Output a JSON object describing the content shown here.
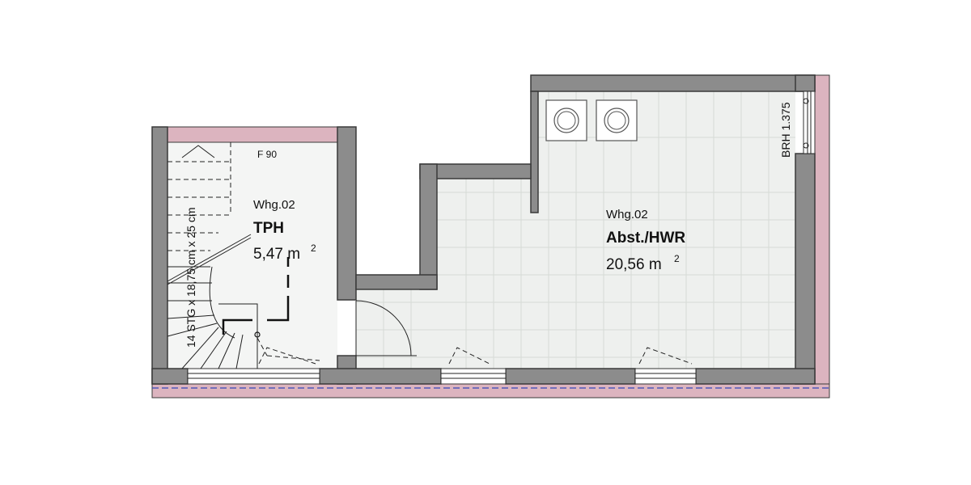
{
  "rooms": {
    "stair": {
      "unit": "Whg.02",
      "name": "TPH",
      "area": "5,47 m",
      "area_sup": "2",
      "fire_rating": "F 90",
      "stair_note": "14 STG x 18,75 cm x 25 cm"
    },
    "storage": {
      "unit": "Whg.02",
      "name": "Abst./HWR",
      "area": "20,56 m",
      "area_sup": "2"
    }
  },
  "window_note": "BRH 1.375",
  "colors": {
    "wall": "#8c8c8c",
    "exterior_wall": "#dcb4bf",
    "floor": "#eef0ee",
    "tile_grid": "#d6dad6",
    "dashed_line": "#3346b8"
  }
}
